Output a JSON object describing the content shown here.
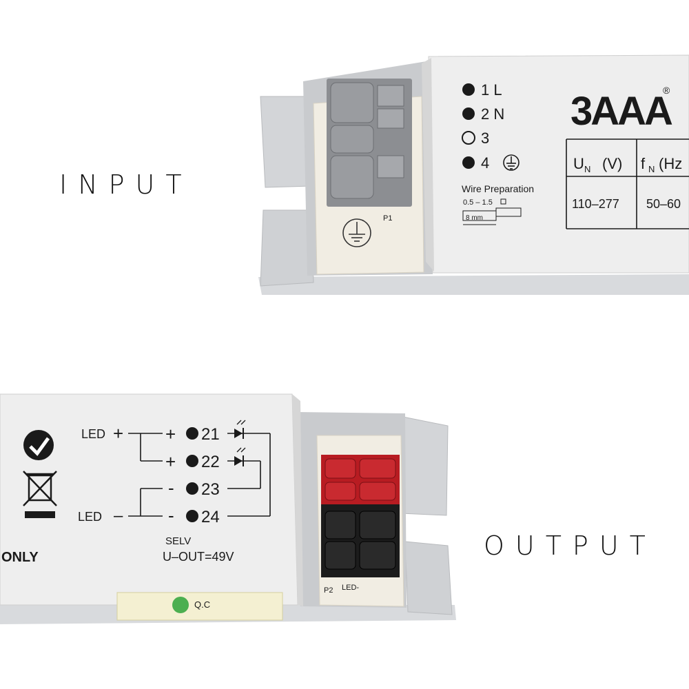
{
  "labels": {
    "input": "INPUT",
    "output": "OUTPUT"
  },
  "input_unit": {
    "brand": "3AAA",
    "registered": "®",
    "terminals": [
      {
        "filled": true,
        "label": "1 L"
      },
      {
        "filled": true,
        "label": "2 N"
      },
      {
        "filled": false,
        "label": "3"
      },
      {
        "filled": true,
        "label": "4"
      }
    ],
    "wire_prep_title": "Wire Preparation",
    "wire_size": "0.5 – 1.5",
    "strip_length": "8 mm",
    "board_label": "P1",
    "table_headers": [
      "U",
      "(V)",
      "f",
      "(Hz"
    ],
    "table_header_sub": "N",
    "table_values": [
      "110–277",
      "50–60"
    ]
  },
  "output_unit": {
    "led_plus": "LED",
    "led_minus": "LED",
    "terminals": [
      {
        "sign": "+",
        "num": "21"
      },
      {
        "sign": "+",
        "num": "22"
      },
      {
        "sign": "-",
        "num": "23"
      },
      {
        "sign": "-",
        "num": "24"
      }
    ],
    "selv": "SELV",
    "u_out": "U–OUT=49V",
    "only": "ONLY",
    "board_label": "P2",
    "board_text": "LED-",
    "sticker_text": "Q.C"
  },
  "colors": {
    "housing": "#eeeeee",
    "terminal_gray": "#8c8e92",
    "terminal_red": "#b81c22",
    "terminal_black": "#1c1c1c",
    "board": "#f1ede3"
  }
}
